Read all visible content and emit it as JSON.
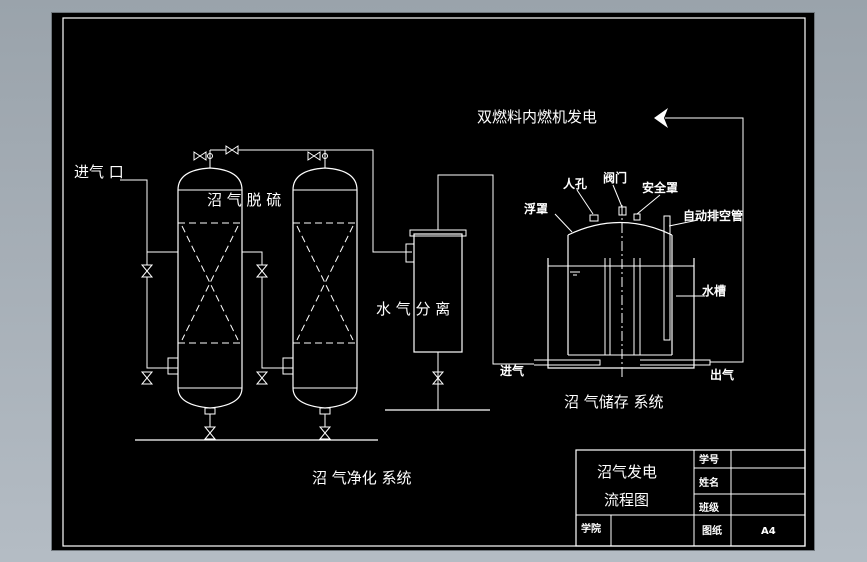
{
  "labels": {
    "inlet": "进气 口",
    "desulfurization": "沼 气 脱 硫",
    "water_separation": "水 气 分 离",
    "purification_system": "沼 气净化 系统",
    "generator": "双燃料内燃机发电",
    "float_cover": "浮罩",
    "manhole": "人孔",
    "valve": "阀门",
    "safety_cover": "安全罩",
    "auto_vent_pipe": "自动排空管",
    "water_tank": "水槽",
    "gas_in": "进气",
    "gas_out": "出气",
    "storage_system": "沼 气储存 系统"
  },
  "title_block": {
    "title_line1": "沼气发电",
    "title_line2": "流程图",
    "student_id": "学号",
    "name": "姓名",
    "class": "班级",
    "college": "学院",
    "paper": "图纸",
    "paper_size": "A4"
  }
}
